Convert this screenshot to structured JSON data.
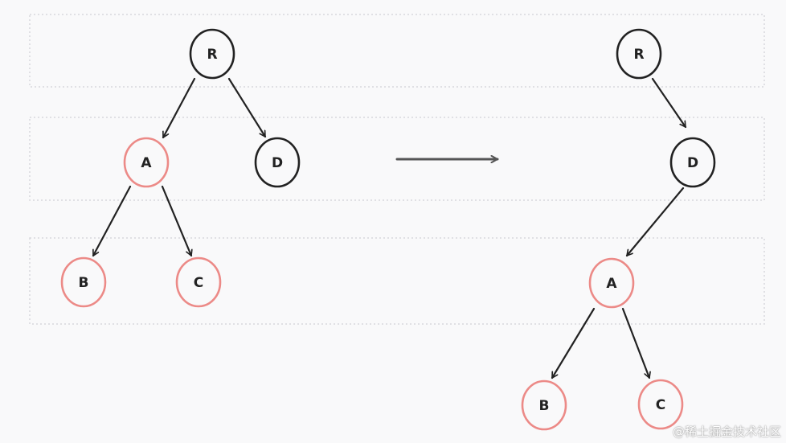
{
  "colors": {
    "background": "#f9f9fa",
    "node_default": "#222222",
    "node_highlight": "#ec8a87",
    "arrow": "#222222",
    "transform_arrow": "#555555",
    "guide": "#d8d8dc"
  },
  "left_tree": {
    "root": "R",
    "nodes": [
      {
        "id": "R",
        "label": "R",
        "highlighted": false
      },
      {
        "id": "A",
        "label": "A",
        "highlighted": true
      },
      {
        "id": "D",
        "label": "D",
        "highlighted": false
      },
      {
        "id": "B",
        "label": "B",
        "highlighted": true
      },
      {
        "id": "C",
        "label": "C",
        "highlighted": true
      }
    ],
    "edges": [
      [
        "R",
        "A"
      ],
      [
        "R",
        "D"
      ],
      [
        "A",
        "B"
      ],
      [
        "A",
        "C"
      ]
    ]
  },
  "right_tree": {
    "root": "R",
    "nodes": [
      {
        "id": "R",
        "label": "R",
        "highlighted": false
      },
      {
        "id": "D",
        "label": "D",
        "highlighted": false
      },
      {
        "id": "A",
        "label": "A",
        "highlighted": true
      },
      {
        "id": "B",
        "label": "B",
        "highlighted": true
      },
      {
        "id": "C",
        "label": "C",
        "highlighted": true
      }
    ],
    "edges": [
      [
        "R",
        "D"
      ],
      [
        "D",
        "A"
      ],
      [
        "A",
        "B"
      ],
      [
        "A",
        "C"
      ]
    ]
  },
  "watermark": "@稀土掘金技术社区"
}
